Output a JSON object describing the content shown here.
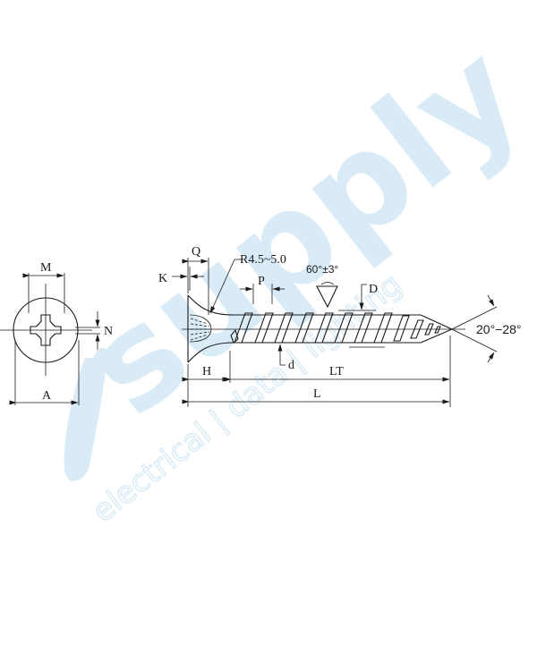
{
  "watermark": {
    "brand_text": "supply",
    "tagline": "electrical | data | lighting",
    "color": "#d6e9f5"
  },
  "colors": {
    "line": "#1a1a1a",
    "background": "#ffffff"
  },
  "front_view": {
    "labels": {
      "M": "M",
      "N": "N",
      "A": "A"
    }
  },
  "side_view": {
    "labels": {
      "Q": "Q",
      "K": "K",
      "radius": "R4.5~5.0",
      "P": "P",
      "thread_angle": "60°±3°",
      "D": "D",
      "d": "d",
      "point_angle": "20°−28°",
      "H": "H",
      "LT": "LT",
      "L": "L"
    }
  }
}
